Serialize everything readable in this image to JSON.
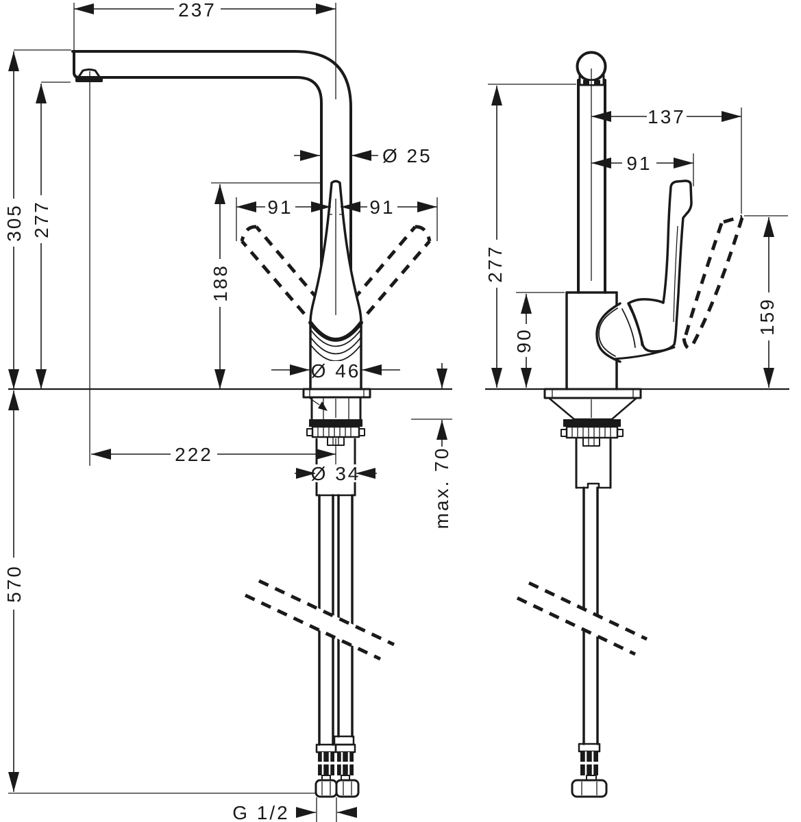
{
  "drawing": {
    "background": "#ffffff",
    "line_color": "#1a1a1a",
    "description": "Kitchen mixer tap technical dimension drawing, front and side views",
    "views": {
      "front": {
        "dims": {
          "spout_reach": "237",
          "spout_height": "305",
          "outlet_height": "277",
          "spout_pipe_diameter": "Ø 25",
          "swivel_left": "91",
          "swivel_right": "91",
          "lever_height": "188",
          "body_diameter": "Ø 46",
          "outlet_offset": "222",
          "shank_diameter": "Ø 34",
          "max_counter_thickness": "max. 70",
          "hose_length": "570",
          "connection_thread": "G 1/2"
        }
      },
      "side": {
        "dims": {
          "outlet_height": "277",
          "lever_swing_reach": "137",
          "lever_reach": "91",
          "body_height": "90",
          "lever_tip_height": "159"
        }
      }
    }
  }
}
